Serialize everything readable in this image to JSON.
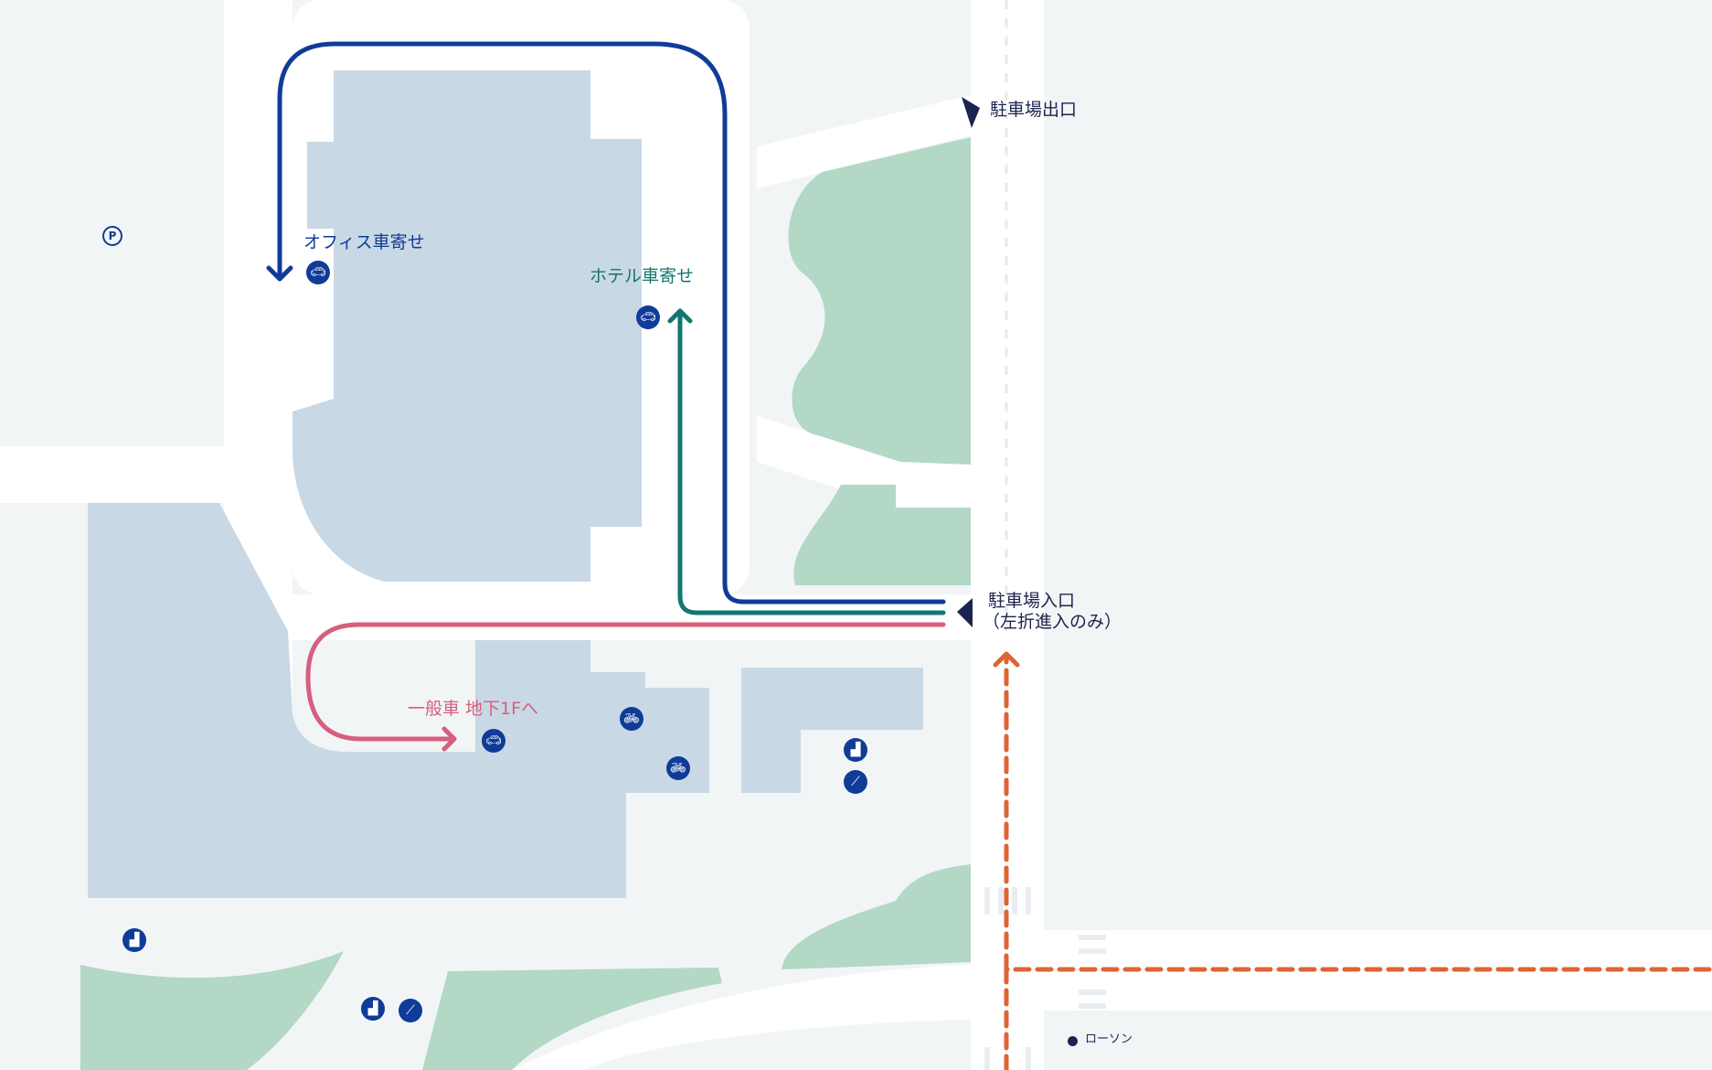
{
  "colors": {
    "background": "#f2f5f6",
    "road": "#ffffff",
    "building": "#c9d8e5",
    "green": "#b3d8c6",
    "office_route": "#103b98",
    "hotel_route": "#137670",
    "general_route": "#d65f7e",
    "walk_route": "#dd6434",
    "marker": "#1b2450",
    "pin": "#103b98"
  },
  "labels": {
    "parking_exit": "駐車場出口",
    "parking_entrance": "駐車場入口",
    "entrance_note": "（左折進入のみ）",
    "office_dropoff": "オフィス車寄せ",
    "hotel_dropoff": "ホテル車寄せ",
    "general_car": "一般車 地下1Fへ",
    "lawson": "ローソン"
  },
  "icons": {
    "parking": "P",
    "car": "car-icon",
    "bicycle": "bicycle-icon",
    "bicycle_parking": "bicycle-parking-icon",
    "stairs": "stairs-icon",
    "escalator": "escalator-icon"
  }
}
